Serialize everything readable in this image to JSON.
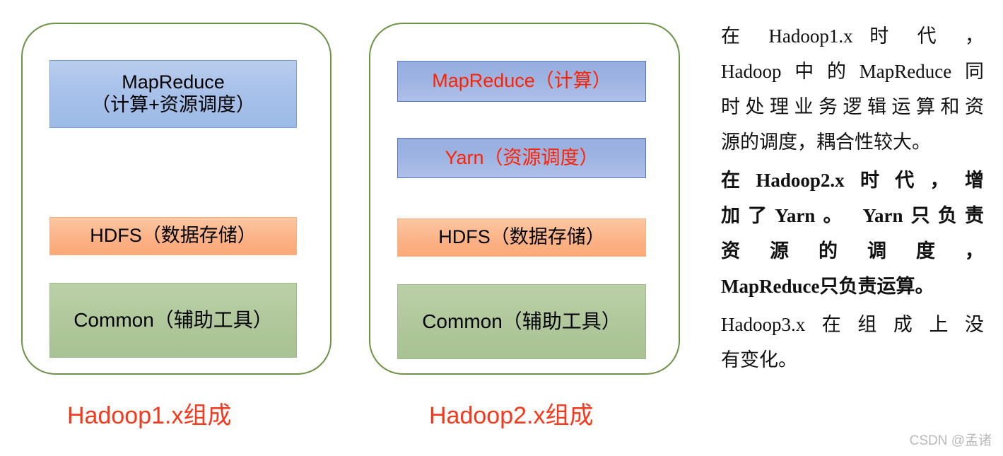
{
  "diagram": {
    "panels": [
      {
        "id": "hadoop1",
        "caption": "Hadoop1.x组成",
        "layers": [
          {
            "id": "mapreduce",
            "label": "MapReduce\n（计算+资源调度）",
            "color": "#a6c0e9",
            "text_color": "#000000"
          },
          {
            "id": "hdfs",
            "label": "HDFS（数据存储）",
            "color": "#fbb185",
            "text_color": "#000000"
          },
          {
            "id": "common",
            "label": "Common（辅助工具）",
            "color": "#afc79a",
            "text_color": "#000000"
          }
        ]
      },
      {
        "id": "hadoop2",
        "caption": "Hadoop2.x组成",
        "layers": [
          {
            "id": "mapreduce",
            "label": "MapReduce（计算）",
            "color": "#9db3e2",
            "text_color": "#ff2200"
          },
          {
            "id": "yarn",
            "label": "Yarn（资源调度）",
            "color": "#9db3e2",
            "text_color": "#ff2200"
          },
          {
            "id": "hdfs",
            "label": "HDFS（数据存储）",
            "color": "#fbb185",
            "text_color": "#000000"
          },
          {
            "id": "common",
            "label": "Common（辅助工具）",
            "color": "#afc79a",
            "text_color": "#000000"
          }
        ]
      }
    ],
    "panel_border_color": "#6e9246",
    "caption_color": "#f4391c"
  },
  "notes": {
    "paragraph_1": {
      "lines": [
        "在 Hadoop1.x 时 代 ，",
        "Hadoop中的MapReduce同",
        "时处理业务逻辑运算和资",
        "源的调度，耦合性较大。"
      ],
      "bold": false
    },
    "paragraph_2": {
      "lines": [
        "在Hadoop2.x时代，增",
        "加了Yarn。 Yarn只负责",
        "资 源 的 调 度 ，",
        "MapReduce只负责运算。"
      ],
      "bold": true
    },
    "paragraph_3": {
      "lines": [
        "Hadoop3.x在组成上没",
        "有变化。"
      ],
      "bold": false
    }
  },
  "watermark": "CSDN @孟诸"
}
